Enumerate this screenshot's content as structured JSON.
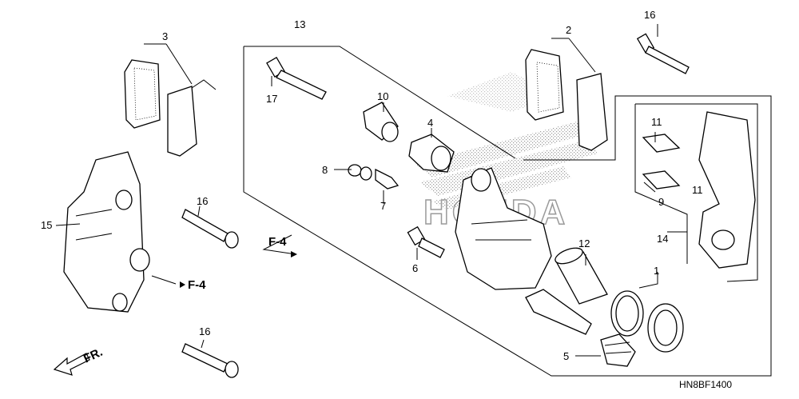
{
  "callouts": {
    "c1": "1",
    "c2": "2",
    "c3": "3",
    "c4": "4",
    "c5": "5",
    "c6": "6",
    "c7": "7",
    "c8": "8",
    "c9": "9",
    "c10": "10",
    "c11a": "11",
    "c11b": "11",
    "c12": "12",
    "c13": "13",
    "c14": "14",
    "c15": "15",
    "c16a": "16",
    "c16b": "16",
    "c16c": "16",
    "c17": "17"
  },
  "refs": {
    "f4_left": "F-4",
    "f4_center": "F-4"
  },
  "direction_label": "FR.",
  "diagram_code": "HN8BF1400",
  "colors": {
    "line": "#000000",
    "background": "#ffffff",
    "watermark": "#999999"
  }
}
